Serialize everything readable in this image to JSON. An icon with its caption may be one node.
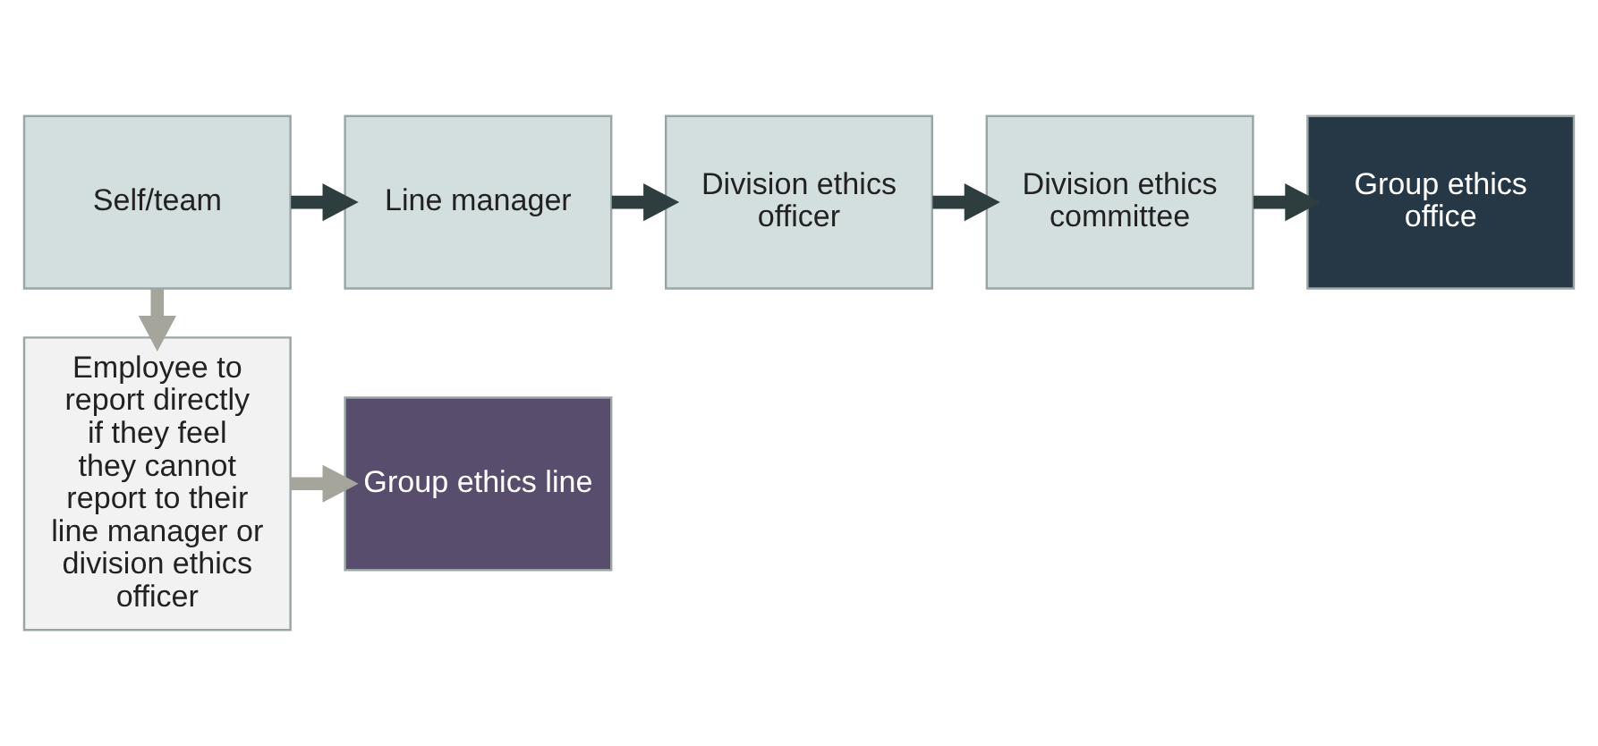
{
  "diagram": {
    "nodes": [
      {
        "text": [
          "Self/team"
        ]
      },
      {
        "text": [
          "Line manager"
        ]
      },
      {
        "text": [
          "Division ethics officer"
        ]
      },
      {
        "text": [
          "Division ethics committee"
        ]
      },
      {
        "text": [
          "Group ethics office"
        ]
      },
      {
        "text": [
          "Employee to report directly if they feel they cannot report to their line manager or division ethics officer"
        ]
      },
      {
        "text": [
          "Group ethics line"
        ]
      }
    ],
    "edges": [
      {
        "from": 0,
        "to": 1,
        "arrow": "to"
      },
      {
        "from": 1,
        "to": 2,
        "arrow": "to"
      },
      {
        "from": 2,
        "to": 3,
        "arrow": "to"
      },
      {
        "from": 3,
        "to": 4,
        "arrow": "to"
      },
      {
        "from": 0,
        "to": 5,
        "arrow": "to",
        "color": "#a5a59b"
      },
      {
        "from": 5,
        "to": 6,
        "arrow": "to",
        "color": "#a5a59b"
      }
    ]
  }
}
